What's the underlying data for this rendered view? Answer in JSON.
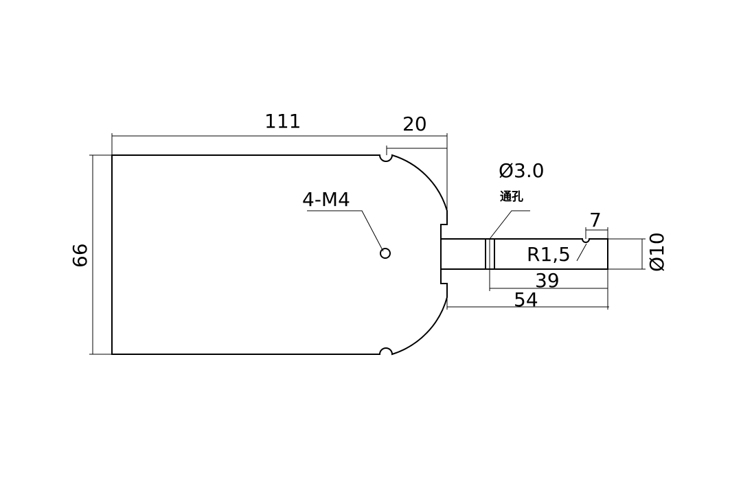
{
  "dimensions": {
    "overall_length": "111",
    "arc_depth": "20",
    "height": "66",
    "hole_callout": "4-M4",
    "through_hole_diameter": "Ø3.0",
    "through_hole_note": "通孔",
    "groove_offset": "7",
    "groove_radius": "R1,5",
    "shaft_diameter": "Ø10",
    "shaft_length_inner": "39",
    "shaft_length_total": "54"
  },
  "colors": {
    "line": "#000000",
    "background": "#ffffff"
  }
}
